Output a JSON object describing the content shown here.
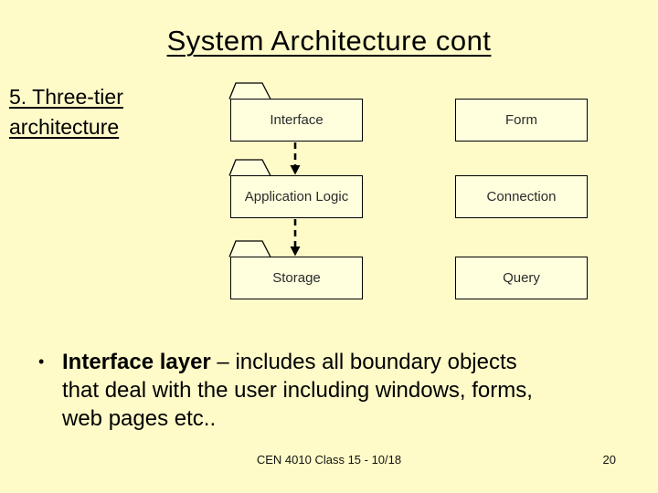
{
  "colors": {
    "background": "#FFFBC8",
    "box_fill": "#FFFFDE",
    "line": "#000000",
    "text": "#000000"
  },
  "title": "System Architecture cont",
  "heading": {
    "line1": "5. Three-tier",
    "line2": "architecture"
  },
  "diagram": {
    "left_column": [
      {
        "label": "Interface",
        "shape": "uml-package"
      },
      {
        "label": "Application Logic",
        "shape": "uml-package"
      },
      {
        "label": "Storage",
        "shape": "uml-package"
      }
    ],
    "right_column": [
      {
        "label": "Form",
        "shape": "rectangle"
      },
      {
        "label": "Connection",
        "shape": "rectangle"
      },
      {
        "label": "Query",
        "shape": "rectangle"
      }
    ],
    "connectors": [
      {
        "from": "Interface",
        "to": "Application Logic",
        "style": "dashed-arrow-down"
      },
      {
        "from": "Application Logic",
        "to": "Storage",
        "style": "dashed-arrow-down"
      }
    ]
  },
  "bullet": {
    "marker": "•",
    "bold": "Interface layer",
    "line1_rest": " – includes all boundary objects",
    "line2": "that deal with the user including windows, forms,",
    "line3": "web pages etc.."
  },
  "footer": {
    "left": "CEN 4010 Class 15 - 10/18",
    "page": "20"
  }
}
